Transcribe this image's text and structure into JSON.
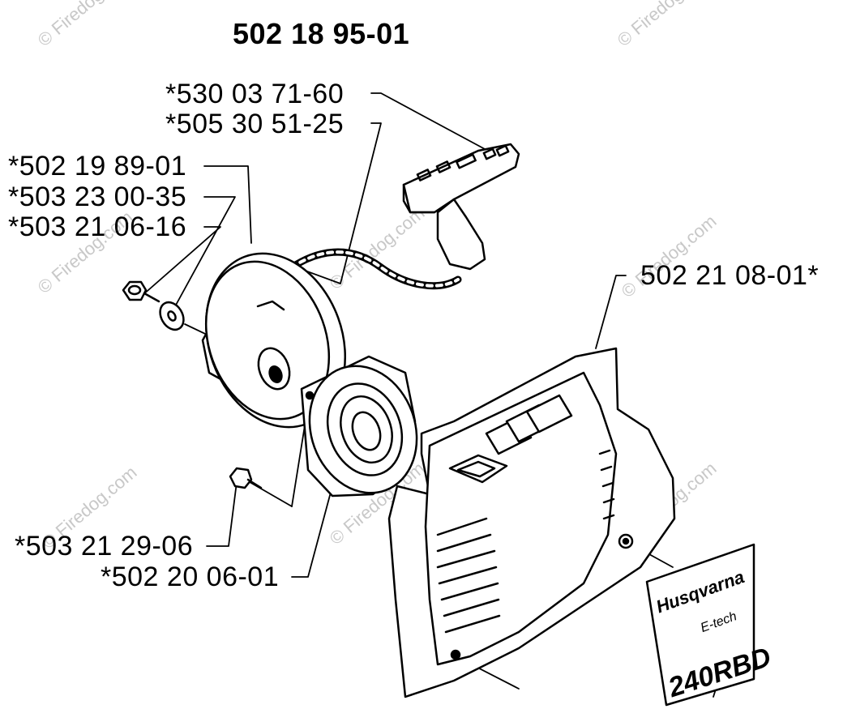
{
  "title": "502 18 95-01",
  "parts": {
    "handle": "*530 03 71-60",
    "rope": "*505 30 51-25",
    "screw_top": "*502 19 89-01",
    "washer": "*503 23 00-35",
    "screw_small": "*503 21 06-16",
    "cover": "502 21 08-01*",
    "screw_bottom": "*503 21 29-06",
    "spring_cassette": "*502 20 06-01"
  },
  "decal": {
    "brand": "Husqvarna",
    "line": "E-tech",
    "model": "240RBD"
  },
  "watermark": "© Firedog.com",
  "colors": {
    "ink": "#000000",
    "watermark": "#c8c8c8",
    "paper": "#ffffff"
  }
}
